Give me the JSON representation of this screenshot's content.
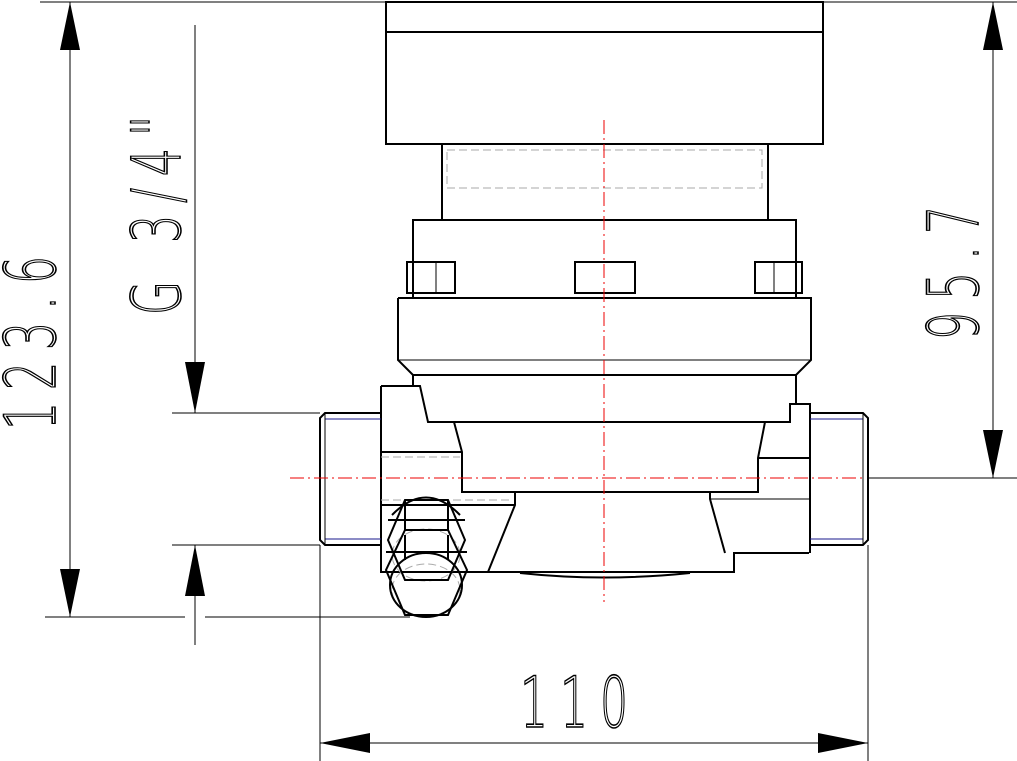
{
  "drawing": {
    "title": "Water meter side view",
    "dimensions": {
      "overall_height": "123.6",
      "thread": "G 3/4\"",
      "axis_height": "95.7",
      "length": "110"
    },
    "colors": {
      "outline": "#000000",
      "centerline": "#e00000",
      "thread_line": "#1a1a8c",
      "hidden": "#aaaaaa"
    }
  }
}
